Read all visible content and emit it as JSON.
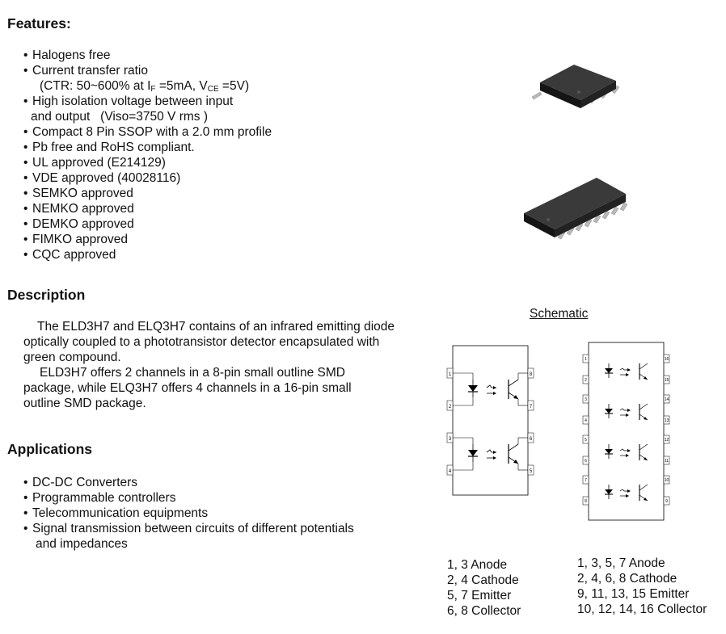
{
  "features": {
    "heading": "Features:",
    "items": [
      "Halogens free",
      "Current transfer ratio",
      "High isolation voltage between input",
      "Compact 8 Pin SSOP with a 2.0 mm profile",
      "Pb free and RoHS compliant.",
      "UL approved (E214129)",
      "VDE approved (40028116)",
      "SEMKO approved",
      "NEMKO approved",
      "DEMKO approved",
      "FIMKO approved",
      "CQC approved"
    ],
    "ctr": {
      "prefix": "(CTR: 50~600% at I",
      "if_sub": "F",
      "mid": " =5mA, V",
      "vce_sub": "CE",
      "suffix": " =5V)"
    },
    "isolation_cont": "and output   (Viso=3750 V rms )"
  },
  "description": {
    "heading": "Description",
    "para1": [
      "The ELD3H7 and ELQ3H7 contains of an infrared emitting diode",
      "optically coupled to a phototransistor detector encapsulated with",
      "green compound."
    ],
    "para2": [
      "ELD3H7 offers 2 channels in a 8-pin small outline SMD",
      "package, while ELQ3H7 offers 4 channels in a 16-pin small",
      "outline SMD package."
    ]
  },
  "applications": {
    "heading": "Applications",
    "items": [
      "DC-DC Converters",
      "Programmable controllers",
      "Telecommunication equipments",
      "Signal transmission between circuits of different potentials"
    ],
    "last_cont": "and impedances"
  },
  "schematic": {
    "title": "Schematic",
    "dual_pins_left": [
      "1",
      "2",
      "3",
      "4"
    ],
    "dual_pins_right": [
      "8",
      "7",
      "6",
      "5"
    ],
    "quad_pins_left": [
      "1",
      "2",
      "3",
      "4",
      "5",
      "6",
      "7",
      "8"
    ],
    "quad_pins_right": [
      "16",
      "15",
      "14",
      "13",
      "12",
      "11",
      "10",
      "9"
    ],
    "dual_legend": [
      "1, 3 Anode",
      "2, 4 Cathode",
      "5, 7 Emitter",
      "6, 8 Collector"
    ],
    "quad_legend": [
      "1, 3, 5, 7 Anode",
      "2, 4, 6, 8 Cathode",
      "9, 11, 13, 15 Emitter",
      "10, 12, 14, 16 Collector"
    ]
  }
}
